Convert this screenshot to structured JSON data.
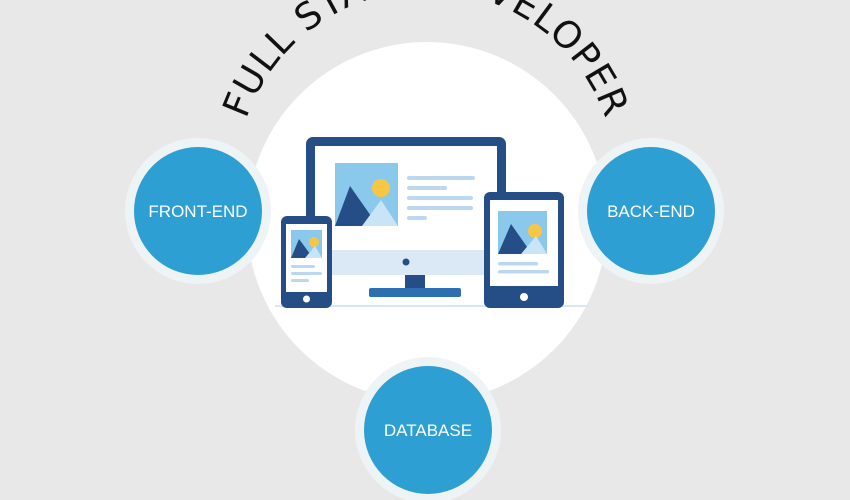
{
  "title": "FULL STACK DEVELOPER",
  "nodes": {
    "front_end": "FRONT-END",
    "back_end": "BACK-END",
    "database": "DATABASE"
  },
  "colors": {
    "background": "#e8e8e8",
    "node_fill": "#2e9fd2",
    "node_ring": "#eef3f6",
    "device_frame": "#264e86",
    "device_screen": "#ffffff",
    "image_sky": "#8ac8ec",
    "image_mountain": "#264e86",
    "image_sun": "#f8c645",
    "text_lines": "#bcd8f0"
  },
  "icons": [
    "monitor-icon",
    "tablet-icon",
    "phone-icon"
  ]
}
